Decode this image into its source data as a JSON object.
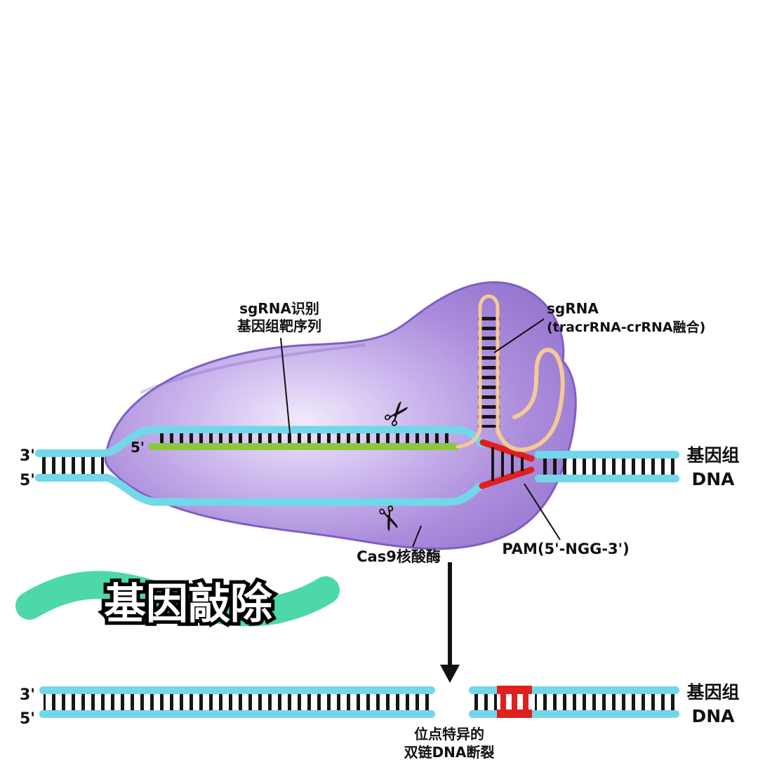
{
  "labels": {
    "sgrna_recognition_line1": "sgRNA识别",
    "sgrna_recognition_line2": "基因组靶序列",
    "sgrna_line1": "sgRNA",
    "sgrna_line2": "(tracrRNA-crRNA融合)",
    "cas9": "Cas9核酸酶",
    "pam": "PAM(5'-NGG-3')",
    "gene_knockout": "基因敲除",
    "genome_dna_line1": "基因组",
    "genome_dna_line2": "DNA",
    "dsb_line1": "位点特异的",
    "dsb_line2": "双链DNA断裂",
    "guide_5prime": "5'",
    "top_3prime": "3'",
    "top_5prime": "5'",
    "bottom_3prime": "3'",
    "bottom_5prime": "5'",
    "scissors_glyph": "✂"
  },
  "colors": {
    "dna_strand": "#72d7e8",
    "guide_rna": "#8cc63e",
    "cas9_protein_edge": "#7e5ec6",
    "tracr_rna": "#f5c897",
    "pam_red": "#e01f1f",
    "highlight_teal": "#4cd8ab",
    "base_pair": "#161616",
    "label_ink": "#111111"
  }
}
